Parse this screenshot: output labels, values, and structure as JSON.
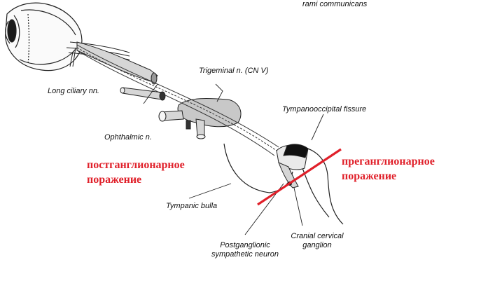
{
  "diagram": {
    "labels": {
      "rami_communicans": "rami communicans",
      "trigeminal": "Trigeminal n. (CN V)",
      "long_ciliary": "Long ciliary nn.",
      "ophthalmic": "Ophthalmic n.",
      "tympanooccipital": "Tympanooccipital fissure",
      "tympanic_bulla": "Tympanic bulla",
      "postganglionic_line1": "Postganglionic",
      "postganglionic_line2": "sympathetic neuron",
      "cranial_cervical_line1": "Cranial cervical",
      "cranial_cervical_line2": "ganglion"
    },
    "annotations": {
      "left_line1": "постганглионарное",
      "left_line2": "поражение",
      "right_line1": "преганглионарное",
      "right_line2": "поражение"
    },
    "colors": {
      "annotation": "#e0202a",
      "lesion_line": "#e0202a",
      "ink": "#222222",
      "nerve_fill": "#bdbdbd"
    }
  }
}
